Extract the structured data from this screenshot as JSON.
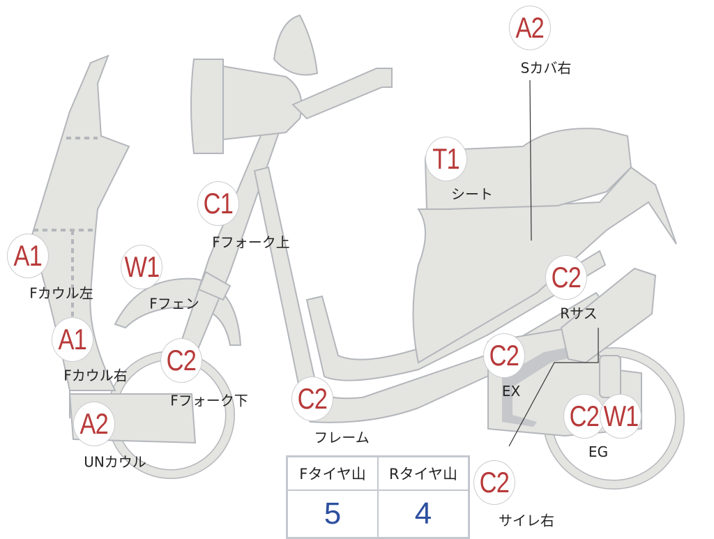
{
  "colors": {
    "body": "#e4e4e0",
    "outline": "#b3b6bb",
    "grade": "#b83a3a",
    "value": "#2d4f9e"
  },
  "parts": [
    {
      "grade": "A2",
      "label": "Sカバ右"
    },
    {
      "grade": "T1",
      "label": "シート"
    },
    {
      "grade": "C1",
      "label": "Fフォーク上"
    },
    {
      "grade": "A1",
      "label": "Fカウル左"
    },
    {
      "grade": "W1",
      "label": "Fフェン"
    },
    {
      "grade": "C2",
      "label": "Rサス"
    },
    {
      "grade": "A1",
      "label": "Fカウル右"
    },
    {
      "grade": "C2",
      "label": "Fフォーク下"
    },
    {
      "grade": "C2",
      "label": "EX"
    },
    {
      "grade": "C2",
      "label": "フレーム"
    },
    {
      "grade": "C2",
      "label": "EG"
    },
    {
      "grade": "W1",
      "label": ""
    },
    {
      "grade": "A2",
      "label": "UNカウル"
    },
    {
      "grade": "C2",
      "label": "サイレ右"
    }
  ],
  "tire_table": {
    "headers": [
      "Fタイヤ山",
      "Rタイヤ山"
    ],
    "values": [
      "5",
      "4"
    ]
  }
}
